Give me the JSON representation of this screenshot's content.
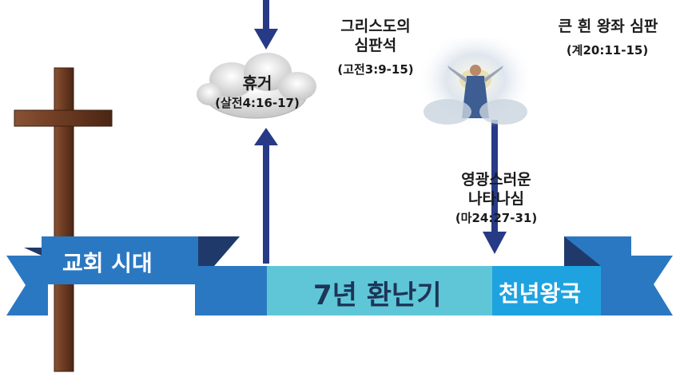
{
  "cross": {
    "color": "#6b3a22"
  },
  "rapture": {
    "title": "휴거",
    "ref": "(살전4:16-17)"
  },
  "bema": {
    "title_line1": "그리스도의",
    "title_line2": "심판석",
    "ref": "(고전3:9-15)"
  },
  "white_throne": {
    "title": "큰 흰 왕좌 심판",
    "ref": "(계20:11-15)"
  },
  "glorious_appearing": {
    "line1": "영광스러운",
    "line2": "나타나심",
    "ref": "(마24:27-31)"
  },
  "timeline": {
    "church_age": "교회 시대",
    "tribulation": "7년 환난기",
    "millennium": "천년왕국"
  },
  "colors": {
    "ribbon_blue": "#2b78c2",
    "ribbon_dark": "#1f3a6a",
    "tribulation_teal": "#5fc6d8",
    "millennium_blue": "#1fa3e0",
    "arrow_navy": "#263a86"
  },
  "icons": {
    "cross": "cross-icon",
    "cloud": "cloud-icon",
    "christ_image": "christ-in-clouds-image"
  }
}
